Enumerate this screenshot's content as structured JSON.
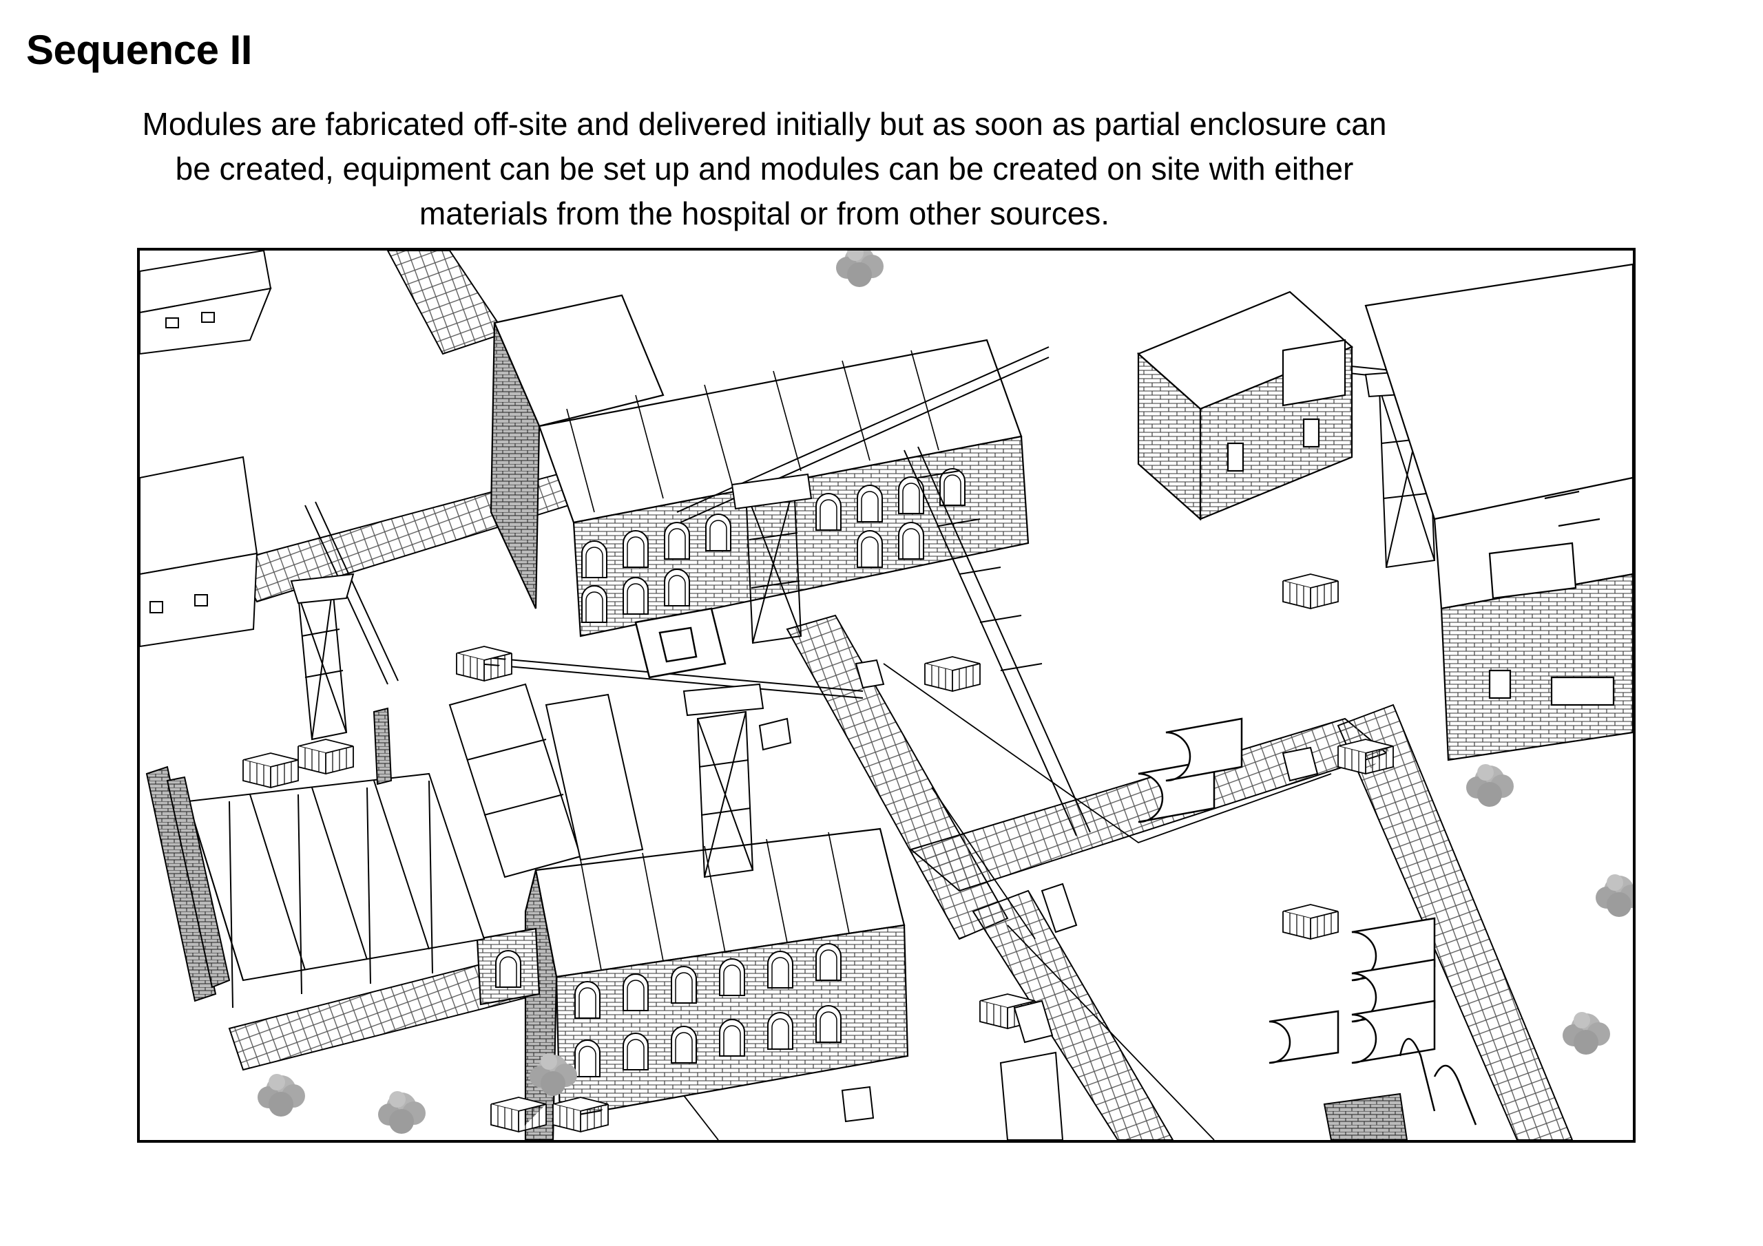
{
  "title": "Sequence II",
  "caption": "Modules are fabricated off-site and delivered initially but as soon as partial enclosure can be created, equipment can be set up and modules can be created on site with either materials from the hospital or from other sources.",
  "drawing": {
    "line_color": "#000000",
    "paper_color": "#ffffff",
    "hatch_color": "#555555",
    "tree_color": "#9a9a9a",
    "cranes": 4
  }
}
